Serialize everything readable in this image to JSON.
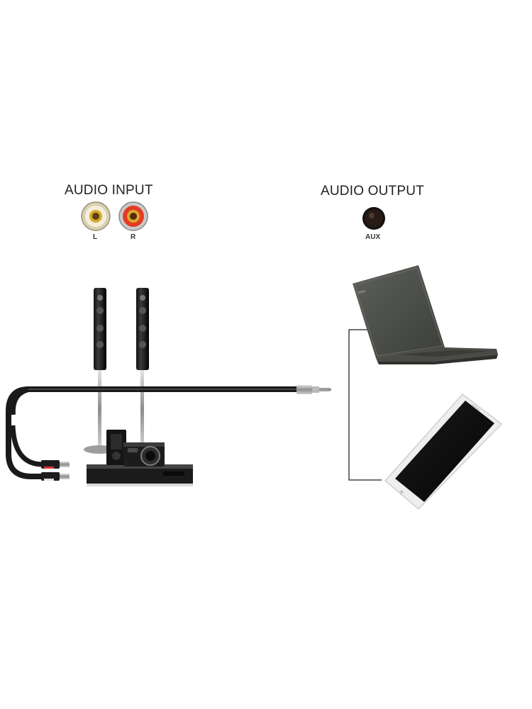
{
  "input": {
    "title": "AUDIO INPUT",
    "left_label": "L",
    "right_label": "R",
    "left_color": "#f3e6c0",
    "right_color": "#e53b25"
  },
  "output": {
    "title": "AUDIO OUTPUT",
    "port_label": "AUX"
  },
  "devices": {
    "laptop_icon": "laptop-icon",
    "phone_icon": "smartphone-icon",
    "speaker_icon": "tower-speaker-icon",
    "receiver_icon": "av-receiver-icon"
  },
  "colors": {
    "cable": "#1a1a1a",
    "connector": "#b5b5b5",
    "line": "#444444"
  }
}
